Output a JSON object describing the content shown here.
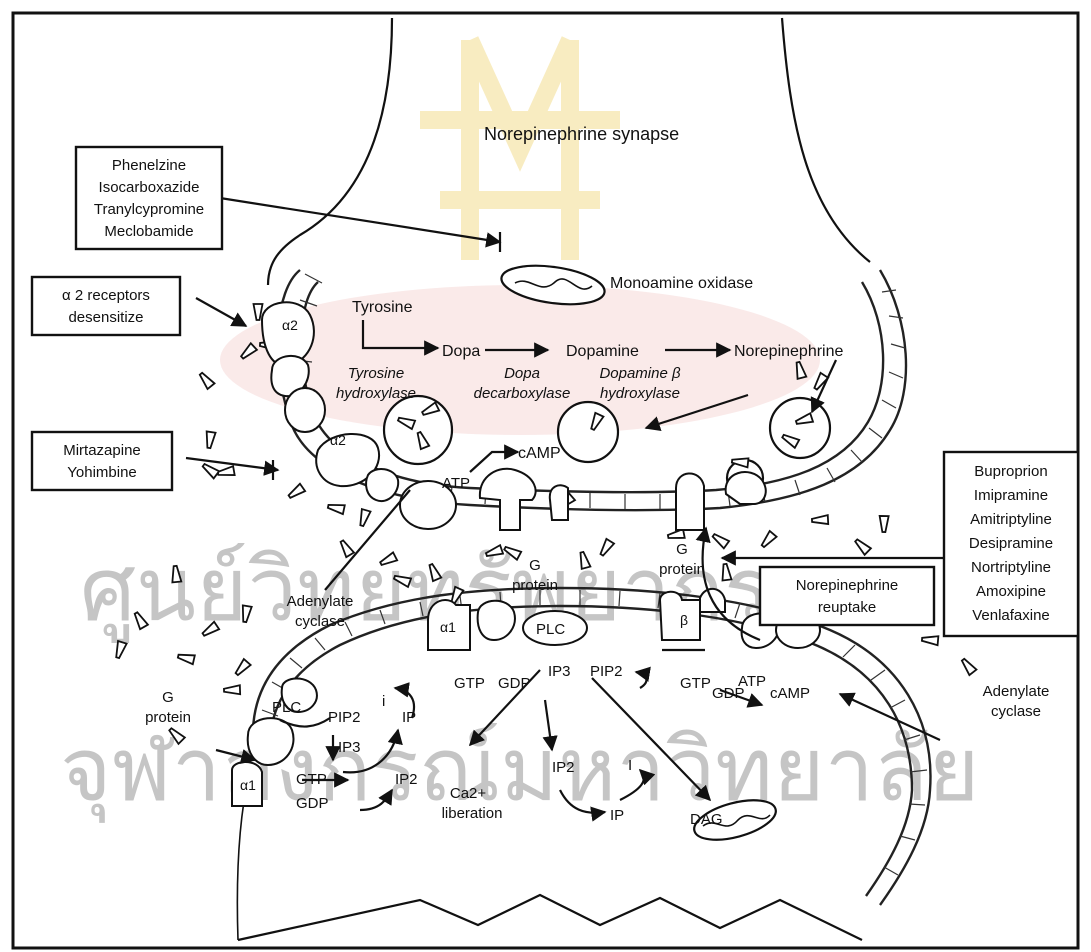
{
  "colors": {
    "ink": "#111111",
    "background": "#ffffff",
    "watermark_red": "#c9302c",
    "watermark_yellow": "#e8c23a"
  },
  "watermark": "ศูนย์วิทยทรัพยากร จุฬาลงกรณ์มหาวิทยาลัย",
  "title": "Norepinephrine synapse",
  "mao_drugs": [
    "Phenelzine",
    "Isocarboxazide",
    "Tranylcypromine",
    "Meclobamide"
  ],
  "alpha2_box": [
    "α 2 receptors",
    "desensitize"
  ],
  "mirtazapine_box": [
    "Mirtazapine",
    "Yohimbine"
  ],
  "reuptake_drugs": [
    "Buproprion",
    "Imipramine",
    "Amitriptyline",
    "Desipramine",
    "Nortriptyline",
    "Amoxipine",
    "Venlafaxine"
  ],
  "reuptake_box": [
    "Norepinephrine",
    "reuptake"
  ],
  "labels": {
    "mao": "Monoamine oxidase",
    "tyrosine": "Tyrosine",
    "dopa": "Dopa",
    "dopamine": "Dopamine",
    "norepinephrine": "Norepinephrine",
    "enz1": [
      "Tyrosine",
      "hydroxylase"
    ],
    "enz2": [
      "Dopa",
      "decarboxylase"
    ],
    "enz3": [
      "Dopamine β",
      "hydroxylase"
    ],
    "camp": "cAMP",
    "atp": "ATP",
    "adenylate_pre": [
      "Adenylate",
      "cyclase"
    ],
    "adenylate_post": [
      "Adenylate",
      "cyclase"
    ],
    "g_protein_mid": [
      "G",
      "protein"
    ],
    "g_protein_right": [
      "G",
      "protein"
    ],
    "g_protein_left": [
      "G",
      "protein"
    ],
    "alpha2": "α2",
    "alpha1": "α1",
    "beta": "β",
    "plc": "PLC",
    "gtp": "GTP",
    "gdp": "GDP",
    "ip": "IP",
    "ip2": "IP2",
    "ip3": "IP3",
    "pip2": "PIP2",
    "i": "i",
    "I": "I",
    "ca": [
      "Ca2+",
      "liberation"
    ],
    "dag": "DAG"
  }
}
